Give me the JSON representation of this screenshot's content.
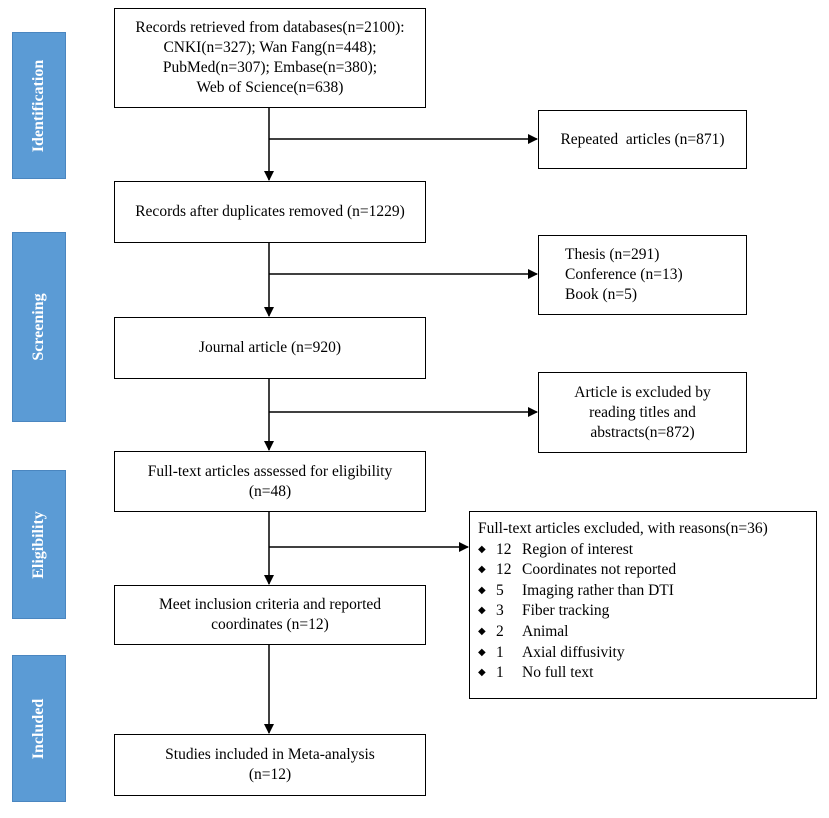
{
  "stages": [
    {
      "label": "Identification"
    },
    {
      "label": "Screening"
    },
    {
      "label": "Eligibility"
    },
    {
      "label": "Included"
    }
  ],
  "main_boxes": [
    {
      "lines": [
        "Records retrieved from databases(n=2100):",
        "CNKI(n=327); Wan Fang(n=448);",
        "PubMed(n=307); Embase(n=380);",
        "Web of Science(n=638)"
      ]
    },
    {
      "lines": [
        "Records after duplicates removed (n=1229)"
      ]
    },
    {
      "lines": [
        "Journal article (n=920)"
      ]
    },
    {
      "lines": [
        "Full-text articles assessed for eligibility",
        "(n=48)"
      ]
    },
    {
      "lines": [
        "Meet inclusion criteria and reported",
        "coordinates (n=12)"
      ]
    },
    {
      "lines": [
        "Studies included in Meta-analysis",
        "(n=12)"
      ]
    }
  ],
  "side_boxes": [
    {
      "lines": [
        "Repeated  articles (n=871)"
      ]
    },
    {
      "lines": [
        "Thesis (n=291)",
        "Conference (n=13)",
        "Book (n=5)"
      ]
    },
    {
      "lines": [
        "Article is excluded by",
        "reading titles and",
        "abstracts(n=872)"
      ]
    }
  ],
  "exclusion_box": {
    "title": "Full-text articles excluded, with reasons(n=36)",
    "items": [
      {
        "count": "12",
        "reason": "Region of interest"
      },
      {
        "count": "12",
        "reason": "Coordinates not reported"
      },
      {
        "count": "5",
        "reason": "Imaging rather than DTI"
      },
      {
        "count": "3",
        "reason": "Fiber tracking"
      },
      {
        "count": "2",
        "reason": "Animal"
      },
      {
        "count": "1",
        "reason": "Axial diffusivity"
      },
      {
        "count": "1",
        "reason": "No full text"
      }
    ],
    "bullet_glyph": "◆"
  },
  "colors": {
    "stage_fill": "#5b9bd5",
    "stage_text": "#ffffff",
    "line": "#000000"
  }
}
